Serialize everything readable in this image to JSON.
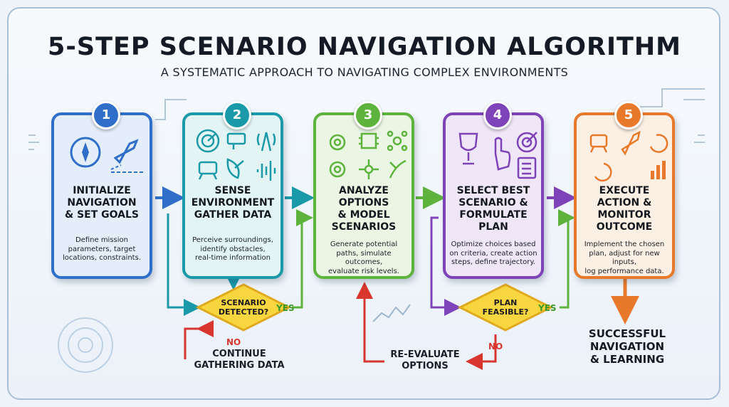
{
  "title": "5-STEP SCENARIO NAVIGATION ALGORITHM",
  "subtitle": "A SYSTEMATIC APPROACH TO NAVIGATING COMPLEX ENVIRONMENTS",
  "steps": [
    {
      "number": "1",
      "title": "INITIALIZE\nNAVIGATION\n& SET GOALS",
      "description": "Define mission\nparameters, target\nlocations, constraints.",
      "color": "#2f6fc9",
      "fill": "#e4eefb",
      "icons": [
        "compass-icon",
        "rocket-icon"
      ]
    },
    {
      "number": "2",
      "title": "SENSE\nENVIRONMENT\nGATHER DATA",
      "description": "Perceive surroundings,\nidentify obstacles,\nreal-time information",
      "color": "#1a9aa8",
      "fill": "#e3f4f4",
      "icons": [
        "radar-icon",
        "camera-icon",
        "antenna-icon",
        "robot-icon",
        "satellite-dish-icon",
        "waveform-icon"
      ]
    },
    {
      "number": "3",
      "title": "ANALYZE\nOPTIONS\n& MODEL\nSCENARIOS",
      "description": "Generate potential\npaths, simulate outcomes,\nevaluate risk levels.",
      "color": "#5db33c",
      "fill": "#eaf5e3",
      "icons": [
        "gears-icon",
        "chip-icon",
        "network-icon",
        "gear-icon",
        "network-icon",
        "paths-icon"
      ]
    },
    {
      "number": "4",
      "title": "SELECT BEST\nSCENARIO &\nFORMULATE\nPLAN",
      "description": "Optimize choices based\non criteria, create action\nsteps, define trajectory.",
      "color": "#7e43b8",
      "fill": "#efe6f7",
      "icons": [
        "trophy-icon",
        "pointer-icon",
        "target-icon",
        "checklist-icon"
      ]
    },
    {
      "number": "5",
      "title": "EXECUTE\nACTION &\nMONITOR\nOUTCOME",
      "description": "Implement the chosen\nplan, adjust for new inputs,\nlog performance data.",
      "color": "#e8792a",
      "fill": "#fcefe3",
      "icons": [
        "robot-icon",
        "rocket-icon",
        "refresh-icon",
        "refresh-icon",
        "bar-chart-icon"
      ]
    }
  ],
  "decisions": [
    {
      "text": "SCENARIO\nDETECTED?",
      "yes_label": "YES",
      "no_label": "NO",
      "no_action": "CONTINUE\nGATHERING DATA"
    },
    {
      "text": "PLAN\nFEASIBLE?",
      "yes_label": "YES",
      "no_label": "NO",
      "no_action": "RE-EVALUATE\nOPTIONS"
    }
  ],
  "final_outcome": "SUCCESSFUL\nNAVIGATION\n& LEARNING"
}
